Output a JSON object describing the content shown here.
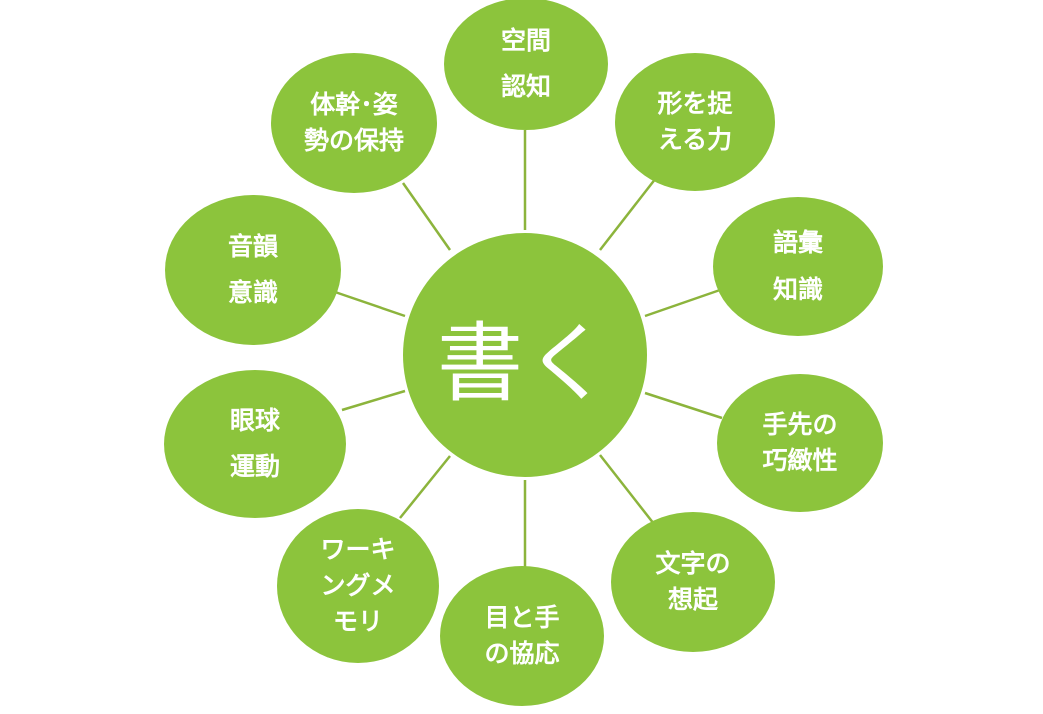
{
  "center": {
    "label": "書く"
  },
  "nodes": [
    {
      "id": "spatial-cognition",
      "label": "空間\n認知"
    },
    {
      "id": "shape-perception",
      "label": "形を捉\nえる力"
    },
    {
      "id": "vocabulary-knowledge",
      "label": "語彙\n知識"
    },
    {
      "id": "finger-dexterity",
      "label": "手先の\n巧緻性"
    },
    {
      "id": "character-recall",
      "label": "文字の\n想起"
    },
    {
      "id": "eye-hand-coordination",
      "label": "目と手\nの協応"
    },
    {
      "id": "working-memory",
      "label": "ワーキ\nングメ\nモリ"
    },
    {
      "id": "eye-movement",
      "label": "眼球\n運動"
    },
    {
      "id": "phonological-awareness",
      "label": "音韻\n意識"
    },
    {
      "id": "posture-maintenance",
      "label": "体幹･姿\n勢の保持"
    }
  ],
  "colors": {
    "node_fill": "#8cc43c",
    "line": "#8cb43c",
    "text": "#ffffff"
  }
}
